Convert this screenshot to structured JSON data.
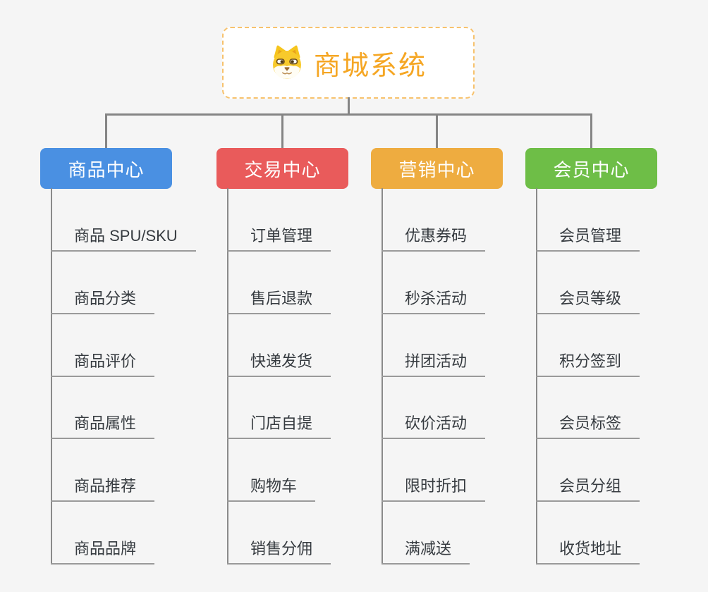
{
  "canvas": {
    "background": "#f5f5f5"
  },
  "root": {
    "title": "商城系统",
    "icon": "shiba-dog-icon",
    "text_color": "#f5a623",
    "border_color": "#f7c26d",
    "background": "#ffffff"
  },
  "style_colors": {
    "connector": "#858585",
    "leaf_underline": "#9a9a9a",
    "leaf_text": "#363b40"
  },
  "branches": [
    {
      "label": "商品中心",
      "color": "#4a90e2",
      "items": [
        "商品 SPU/SKU",
        "商品分类",
        "商品评价",
        "商品属性",
        "商品推荐",
        "商品品牌"
      ]
    },
    {
      "label": "交易中心",
      "color": "#e95b5b",
      "items": [
        "订单管理",
        "售后退款",
        "快递发货",
        "门店自提",
        "购物车",
        "销售分佣"
      ]
    },
    {
      "label": "营销中心",
      "color": "#eeac40",
      "items": [
        "优惠券码",
        "秒杀活动",
        "拼团活动",
        "砍价活动",
        "限时折扣",
        "满减送"
      ]
    },
    {
      "label": "会员中心",
      "color": "#6ebe47",
      "items": [
        "会员管理",
        "会员等级",
        "积分签到",
        "会员标签",
        "会员分组",
        "收货地址"
      ]
    }
  ]
}
